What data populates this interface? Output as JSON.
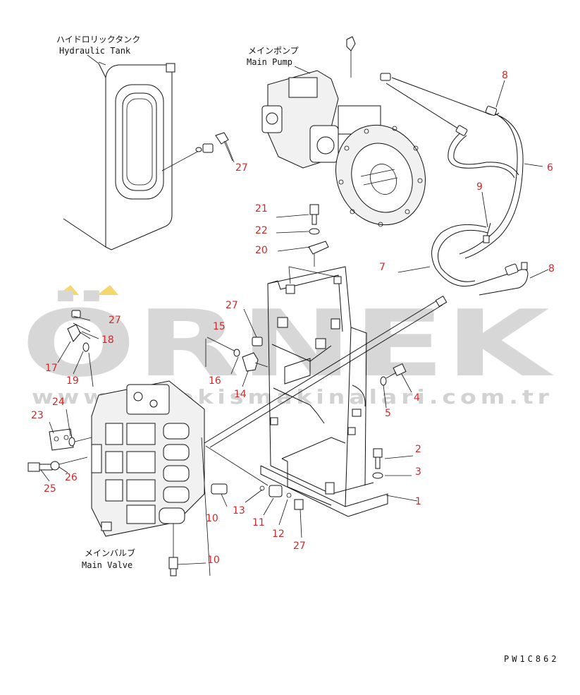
{
  "watermark": {
    "brand": "ÖRNEK",
    "url": "www.ornekismakinalari.com.tr"
  },
  "captions": {
    "tank_jp": "ハイドロリックタンク",
    "tank_en": "Hydraulic Tank",
    "pump_jp": "メインポンプ",
    "pump_en": "Main Pump",
    "valve_jp": "メインバルブ",
    "valve_en": "Main Valve",
    "code": "PW1C862"
  },
  "callouts": [
    "1",
    "2",
    "3",
    "4",
    "5",
    "6",
    "7",
    "8",
    "8",
    "9",
    "10",
    "10",
    "11",
    "12",
    "13",
    "14",
    "15",
    "16",
    "17",
    "18",
    "19",
    "20",
    "21",
    "22",
    "23",
    "24",
    "25",
    "26",
    "27",
    "27",
    "27",
    "27"
  ],
  "colors": {
    "callout": "#cc2a2a",
    "line": "#111111",
    "watermark": "#d7d7d7",
    "accent": "#f5d76e"
  }
}
